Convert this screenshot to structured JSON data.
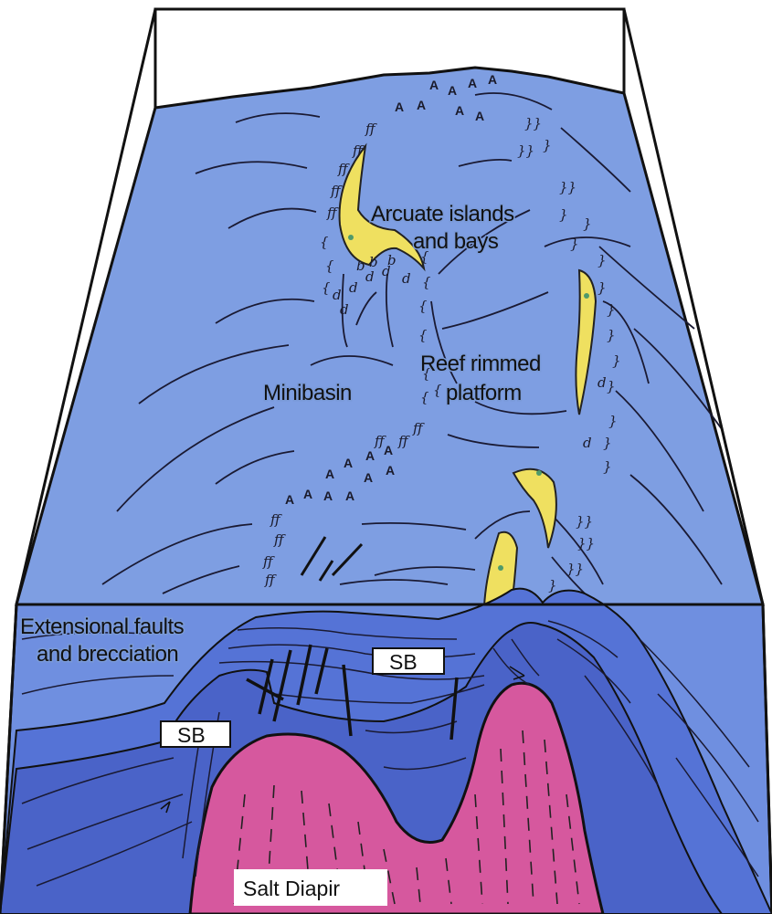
{
  "labels": {
    "arcuate_line1": "Arcuate islands",
    "arcuate_line2": "and bays",
    "reef_line1": "Reef rimmed",
    "reef_line2": "platform",
    "minibasin": "Minibasin",
    "ext_line1": "Extensional faults",
    "ext_line2": "and brecciation",
    "sb_upper": "SB",
    "sb_lower": "SB",
    "salt": "Salt Diapir"
  },
  "colors": {
    "water_surface": "#7e9ee2",
    "section_light": "#6f8fe0",
    "section_mid": "#5573d6",
    "section_dark": "#4a63c8",
    "salt": "#d6589e",
    "islands": "#efe060",
    "outline": "#111111",
    "box_fill": "#ffffff"
  },
  "symbols": {
    "aeolianite": "A",
    "reef_crest": "f",
    "rimmed_reef": "}",
    "mound": "d"
  }
}
